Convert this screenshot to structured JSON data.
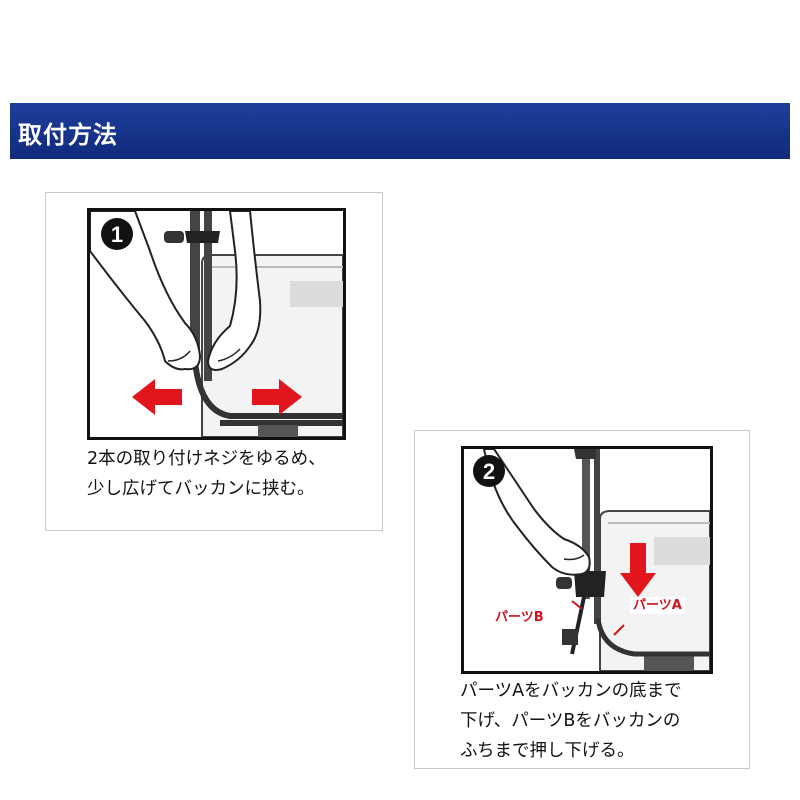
{
  "header": {
    "title": "取付方法"
  },
  "steps": [
    {
      "number": "1",
      "caption": "2本の取り付けネジをゆるめ、\n少し広げてバッカンに挟む。"
    },
    {
      "number": "2",
      "caption": "パーツAをバッカンの底まで\n下げ、パーツBをバッカンの\nふちまで押し下げる。",
      "labels": {
        "part_a": "パーツA",
        "part_b": "パーツB"
      }
    }
  ],
  "colors": {
    "header_bar": "#1a3a8f",
    "arrow": "#e2141c",
    "label_text": "#d0121b"
  }
}
